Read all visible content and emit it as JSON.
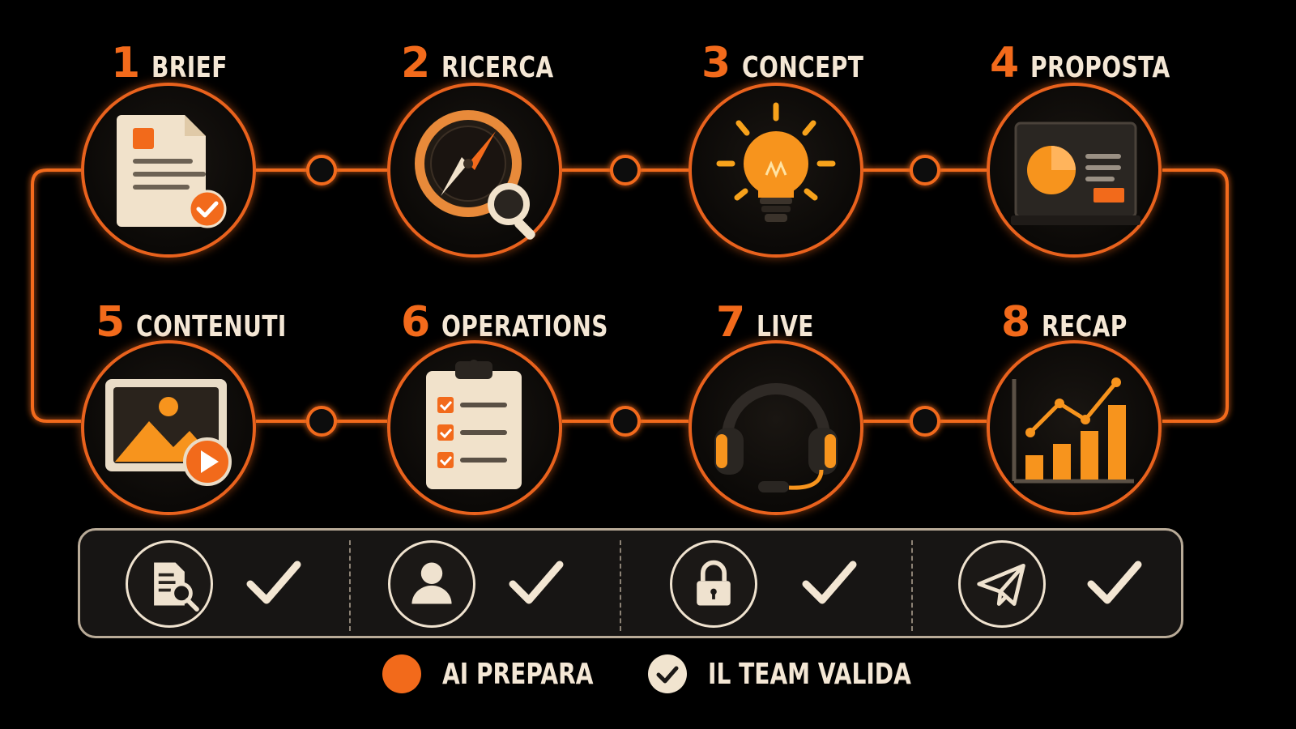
{
  "colors": {
    "accent": "#f26a1b",
    "cream": "#f1e4cf",
    "background": "#000000"
  },
  "steps": [
    {
      "number": "1",
      "name": "BRIEF",
      "icon": "document-check-icon"
    },
    {
      "number": "2",
      "name": "RICERCA",
      "icon": "compass-search-icon"
    },
    {
      "number": "3",
      "name": "CONCEPT",
      "icon": "lightbulb-icon"
    },
    {
      "number": "4",
      "name": "PROPOSTA",
      "icon": "presentation-chart-icon"
    },
    {
      "number": "5",
      "name": "CONTENUTI",
      "icon": "image-play-icon"
    },
    {
      "number": "6",
      "name": "OPERATIONS",
      "icon": "clipboard-checklist-icon"
    },
    {
      "number": "7",
      "name": "LIVE",
      "icon": "headset-icon"
    },
    {
      "number": "8",
      "name": "RECAP",
      "icon": "growth-chart-icon"
    }
  ],
  "gates": [
    {
      "icon": "document-search-icon",
      "check": "checkmark-icon"
    },
    {
      "icon": "user-icon",
      "check": "checkmark-icon"
    },
    {
      "icon": "lock-icon",
      "check": "checkmark-icon"
    },
    {
      "icon": "paper-plane-icon",
      "check": "checkmark-icon"
    }
  ],
  "legend": {
    "ai": "AI PREPARA",
    "team": "IL TEAM VALIDA"
  }
}
